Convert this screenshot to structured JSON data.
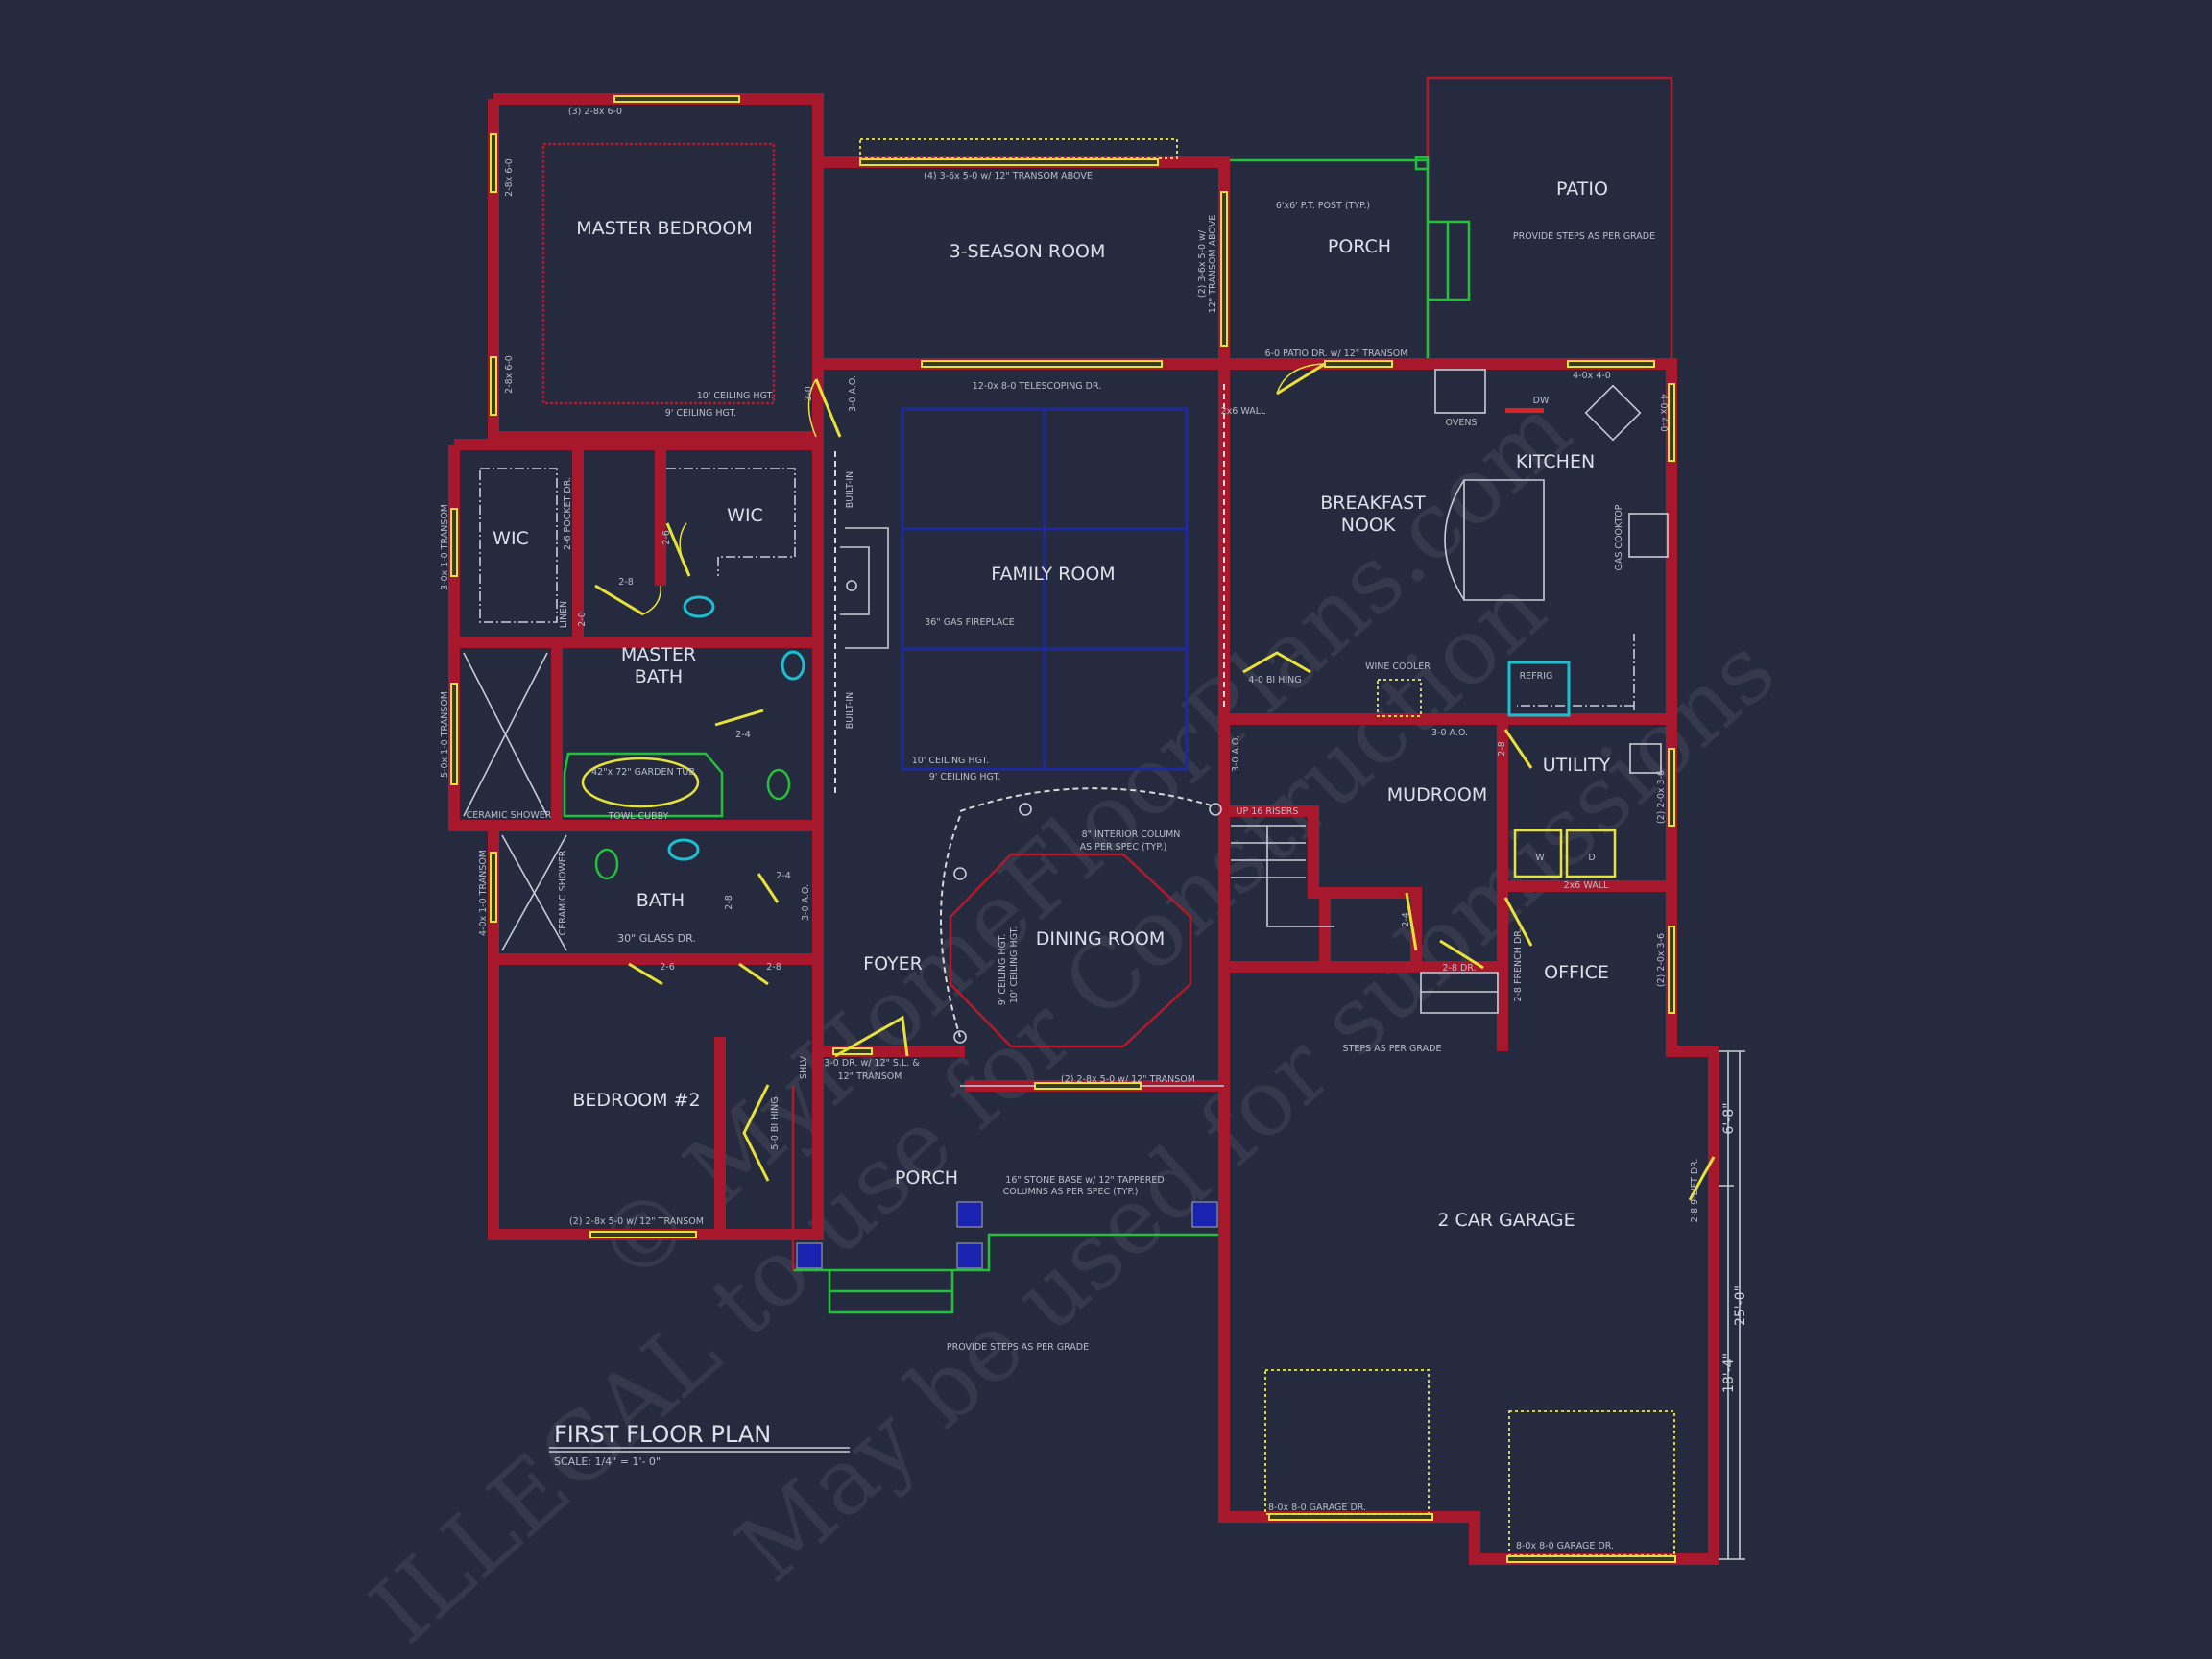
{
  "colors": {
    "background": "#262a3e",
    "walls": "#a8182c",
    "windows_doors": "#e6e23a",
    "porch_outline": "#22c13a",
    "fixtures": "#19c0d0",
    "text": "#dde0e8"
  },
  "title": {
    "name": "FIRST FLOOR PLAN",
    "scale": "SCALE:  1/4\" = 1'- 0\""
  },
  "watermark": {
    "line1": "© MyHomeFloorPlans.com",
    "line2": "ILLEGAL to use for Construction",
    "line3": "May be used for submissions"
  },
  "rooms": {
    "master_bedroom": "MASTER BEDROOM",
    "three_season": "3-SEASON ROOM",
    "porch_rear": "PORCH",
    "patio": "PATIO",
    "kitchen": "KITCHEN",
    "breakfast_1": "BREAKFAST",
    "breakfast_2": "NOOK",
    "family": "FAMILY ROOM",
    "wic_left": "WIC",
    "wic_right": "WIC",
    "master_bath_1": "MASTER",
    "master_bath_2": "BATH",
    "bath": "BATH",
    "foyer": "FOYER",
    "dining": "DINING ROOM",
    "bedroom2": "BEDROOM #2",
    "porch_front": "PORCH",
    "mudroom": "MUDROOM",
    "utility": "UTILITY",
    "office": "OFFICE",
    "garage": "2 CAR GARAGE"
  },
  "notes": {
    "mb_top_win": "(3) 2-8x 6-0",
    "mb_side_win1": "2-8x 6-0",
    "mb_side_win2": "2-8x 6-0",
    "ss_top_win": "(4) 3-6x 5-0 w/ 12\" TRANSOM ABOVE",
    "ss_side_win_1": "(2) 3-6x 5-0 w/",
    "ss_side_win_2": "12\" TRANSOM ABOVE",
    "mb_ceil10": "10' CEILING HGT.",
    "mb_ceil9": "9' CEILING HGT.",
    "mb_door": "3-0",
    "fam_ao_top": "3-0 A.O.",
    "telescoping": "12-0x 8-0 TELESCOPING DR.",
    "wall_2x6": "2x6 WALL",
    "post": "6'x6' P.T. POST (TYP.)",
    "patio_steps": "PROVIDE STEPS AS PER GRADE",
    "patio_door": "6-0 PATIO DR. w/ 12\" TRANSOM",
    "kit_win1": "4-0x 4-0",
    "kit_win2": "4-0x 4-0",
    "ovens": "OVENS",
    "dw": "DW",
    "cooktop": "GAS COOKTOP",
    "wine": "WINE COOLER",
    "refrig": "REFRIG",
    "pantry_door": "4-0 BI HING",
    "mud_ao": "3-0 A.O.",
    "util_door": "2-8",
    "builtin1": "BUILT-IN",
    "builtin2": "BUILT-IN",
    "fireplace": "36\" GAS FIREPLACE",
    "fam_ceil10": "10' CEILING HGT.",
    "fam_ceil9": "9' CEILING HGT.",
    "fam_ao_side": "3-0 A.O.",
    "wic_transom": "3-0x 1-0 TRANSOM",
    "shower_transom": "5-0x 1-0 TRANSOM",
    "bath_transom": "4-0x 1-0 TRANSOM",
    "pocket": "2-6 POCKET DR.",
    "wic_door": "2-6",
    "mb_bath_door": "2-8",
    "linen": "LINEN",
    "linen_door": "2-0",
    "wc_door": "2-4",
    "tub": "42\"x 72\" GARDEN TUB",
    "cubby": "TOWL CUBBY",
    "shower1": "CERAMIC SHOWER",
    "shower2": "CERAMIC SHOWER",
    "glass_door": "30\" GLASS DR.",
    "bath_door": "2-8",
    "closet_door": "2-4",
    "hall_ao": "3-0 A.O.",
    "br2_door": "2-6",
    "hall_door": "2-8",
    "shlv": "SHLV",
    "bifold": "5-0 BI HING",
    "br2_win": "(2) 2-8x 5-0 w/ 12\" TRANSOM",
    "entry_1": "3-0 DR. w/ 12\" S.L. &",
    "entry_2": "12\" TRANSOM",
    "column_1": "8\" INTERIOR COLUMN",
    "column_2": "AS PER SPEC (TYP.)",
    "din_ceil9": "9' CEILING HGT.",
    "din_ceil10": "10' CEILING HGT.",
    "din_win": "(2) 2-8x 5-0 w/ 12\" TRANSOM",
    "stone_1": "16\" STONE BASE w/ 12\" TAPPERED",
    "stone_2": "COLUMNS AS PER SPEC (TYP.)",
    "front_steps": "PROVIDE STEPS AS PER GRADE",
    "stairs": "UP 16 RISERS",
    "stair_closet": "2-4",
    "garage_entry": "2-8 DR.",
    "french": "2-8 FRENCH DR.",
    "garage_steps": "STEPS AS PER GRADE",
    "washer": "W",
    "dryer": "D",
    "util_wall": "2x6 WALL",
    "util_win": "(2) 2-0x 3-6",
    "office_win": "(2) 2-0x 3-6",
    "lift_door": "2-8 9-LIFT DR.",
    "garage_door1": "8-0x 8-0 GARAGE DR.",
    "garage_door2": "8-0x 8-0 GARAGE DR."
  },
  "dimensions": {
    "upper": "6'-8\"",
    "lower": "18'-4\"",
    "overall": "25'-0\""
  }
}
